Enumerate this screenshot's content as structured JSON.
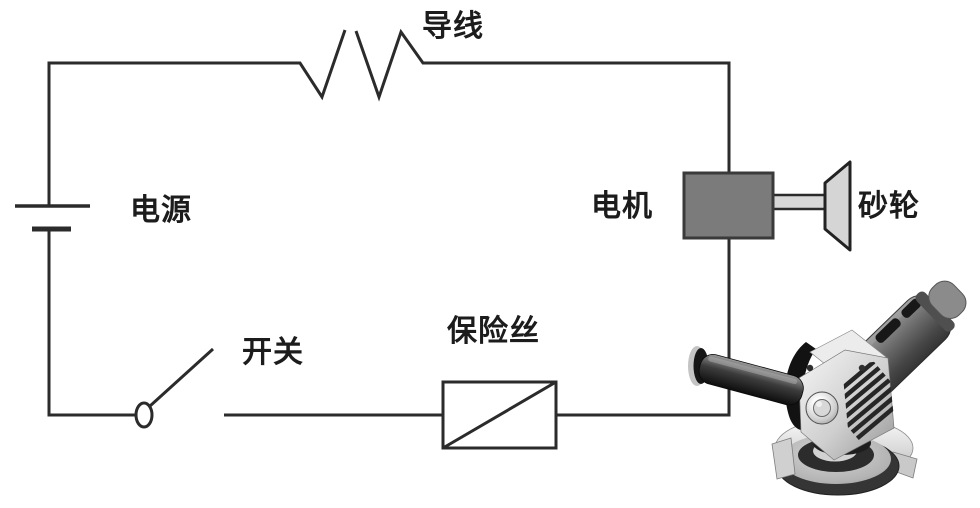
{
  "diagram": {
    "type": "circuit-diagram",
    "labels": {
      "wire": "导线",
      "power_source": "电源",
      "motor": "电机",
      "grinding_wheel": "砂轮",
      "switch": "开关",
      "fuse": "保险丝"
    },
    "components": [
      {
        "id": "power-source-battery",
        "label": "电源"
      },
      {
        "id": "wire-break-squiggle",
        "label": "导线"
      },
      {
        "id": "open-switch",
        "label": "开关"
      },
      {
        "id": "fuse-box",
        "label": "保险丝"
      },
      {
        "id": "motor-block",
        "label": "电机"
      },
      {
        "id": "grinding-wheel-frustum",
        "label": "砂轮"
      },
      {
        "id": "angle-grinder-photo",
        "label": ""
      }
    ],
    "colors": {
      "line": "#2b2b2b",
      "text": "#1c1c1c",
      "motor_fill": "#7b7b7b",
      "motor_stroke": "#3a3a3a",
      "shaft_fill": "#d8d8d8",
      "wheel_fill": "#d5d5d5",
      "background": "#ffffff"
    }
  }
}
